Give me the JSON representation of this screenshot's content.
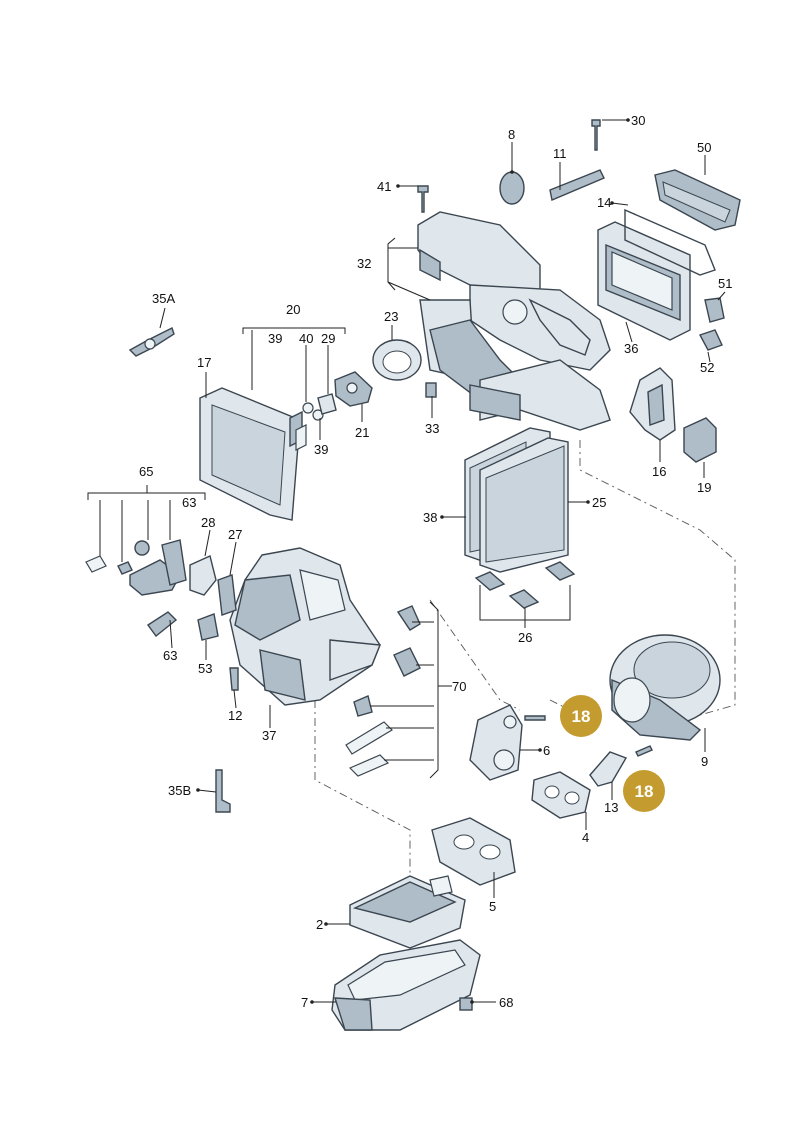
{
  "colors": {
    "badge": "#c49b2e",
    "part_fill": "#dfe6ec",
    "part_stroke": "#3b4650"
  },
  "labels": {
    "l30": "30",
    "l8": "8",
    "l11": "11",
    "l50": "50",
    "l41": "41",
    "l14": "14",
    "l32": "32",
    "l35a": "35A",
    "l20": "20",
    "l39a": "39",
    "l40": "40",
    "l29": "29",
    "l17": "17",
    "l23": "23",
    "l51": "51",
    "l36": "36",
    "l52": "52",
    "l21": "21",
    "l39b": "39",
    "l33": "33",
    "l16": "16",
    "l19": "19",
    "l65": "65",
    "l63a": "63",
    "l38": "38",
    "l25": "25",
    "l28": "28",
    "l27": "27",
    "l26": "26",
    "l63b": "63",
    "l53": "53",
    "l70": "70",
    "l12": "12",
    "l37": "37",
    "l6": "6",
    "l9": "9",
    "l35b": "35B",
    "l13": "13",
    "l4": "4",
    "l5": "5",
    "l2": "2",
    "l7": "7",
    "l68": "68"
  },
  "badges": {
    "b1": "18",
    "b2": "18"
  }
}
